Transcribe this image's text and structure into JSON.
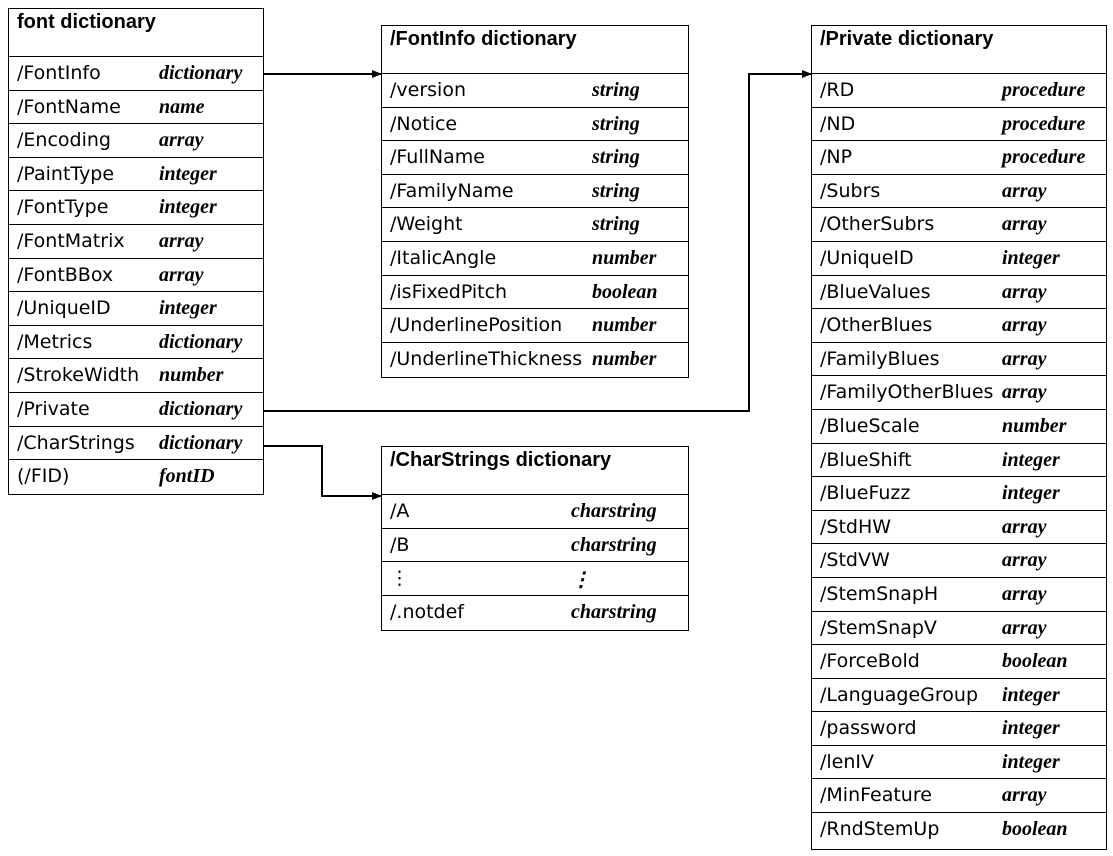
{
  "font_dictionary": {
    "title": "font dictionary",
    "entries": [
      {
        "key": "/FontInfo",
        "type": "dictionary"
      },
      {
        "key": "/FontName",
        "type": "name"
      },
      {
        "key": "/Encoding",
        "type": "array"
      },
      {
        "key": "/PaintType",
        "type": "integer"
      },
      {
        "key": "/FontType",
        "type": "integer"
      },
      {
        "key": "/FontMatrix",
        "type": "array"
      },
      {
        "key": "/FontBBox",
        "type": "array"
      },
      {
        "key": "/UniqueID",
        "type": "integer"
      },
      {
        "key": "/Metrics",
        "type": "dictionary"
      },
      {
        "key": "/StrokeWidth",
        "type": "number"
      },
      {
        "key": "/Private",
        "type": "dictionary"
      },
      {
        "key": "/CharStrings",
        "type": "dictionary"
      },
      {
        "key": "(/FID)",
        "type": "fontID"
      }
    ]
  },
  "fontinfo_dictionary": {
    "title": "/FontInfo dictionary",
    "entries": [
      {
        "key": "/version",
        "type": "string"
      },
      {
        "key": "/Notice",
        "type": "string"
      },
      {
        "key": "/FullName",
        "type": "string"
      },
      {
        "key": "/FamilyName",
        "type": "string"
      },
      {
        "key": "/Weight",
        "type": "string"
      },
      {
        "key": "/ItalicAngle",
        "type": "number"
      },
      {
        "key": "/isFixedPitch",
        "type": "boolean"
      },
      {
        "key": "/UnderlinePosition",
        "type": "number"
      },
      {
        "key": "/UnderlineThickness",
        "type": "number"
      }
    ]
  },
  "charstrings_dictionary": {
    "title": "/CharStrings dictionary",
    "entries": [
      {
        "key": "/A",
        "type": "charstring"
      },
      {
        "key": "/B",
        "type": "charstring"
      },
      {
        "key": "⋮",
        "type": "⋮"
      },
      {
        "key": "/.notdef",
        "type": "charstring"
      }
    ]
  },
  "private_dictionary": {
    "title": "/Private dictionary",
    "entries": [
      {
        "key": "/RD",
        "type": "procedure"
      },
      {
        "key": "/ND",
        "type": "procedure"
      },
      {
        "key": "/NP",
        "type": "procedure"
      },
      {
        "key": "/Subrs",
        "type": "array"
      },
      {
        "key": "/OtherSubrs",
        "type": "array"
      },
      {
        "key": "/UniqueID",
        "type": "integer"
      },
      {
        "key": "/BlueValues",
        "type": "array"
      },
      {
        "key": "/OtherBlues",
        "type": "array"
      },
      {
        "key": "/FamilyBlues",
        "type": "array"
      },
      {
        "key": "/FamilyOtherBlues",
        "type": "array"
      },
      {
        "key": "/BlueScale",
        "type": "number"
      },
      {
        "key": "/BlueShift",
        "type": "integer"
      },
      {
        "key": "/BlueFuzz",
        "type": "integer"
      },
      {
        "key": "/StdHW",
        "type": "array"
      },
      {
        "key": "/StdVW",
        "type": "array"
      },
      {
        "key": "/StemSnapH",
        "type": "array"
      },
      {
        "key": "/StemSnapV",
        "type": "array"
      },
      {
        "key": "/ForceBold",
        "type": "boolean"
      },
      {
        "key": "/LanguageGroup",
        "type": "integer"
      },
      {
        "key": "/password",
        "type": "integer"
      },
      {
        "key": "/lenIV",
        "type": "integer"
      },
      {
        "key": "/MinFeature",
        "type": "array"
      },
      {
        "key": "/RndStemUp",
        "type": "boolean"
      }
    ]
  }
}
